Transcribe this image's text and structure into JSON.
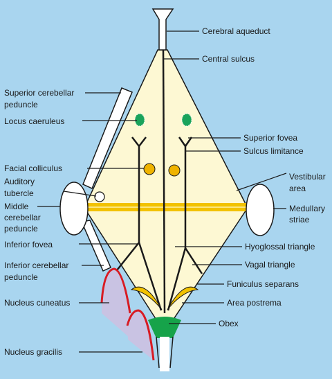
{
  "colors": {
    "background": "#a9d5ef",
    "fossa": "#fdf8d3",
    "outline": "#1a1a1a",
    "medullary_striae": "#f2c200",
    "colliculus": "#efb300",
    "locus_caeruleus": "#1aa35a",
    "obex": "#16a34a",
    "gracilis_fill": "#c9c3e3",
    "tubercle_outline": "#d81b23"
  },
  "labels": {
    "cerebral_aqueduct": "Cerebral aqueduct",
    "central_sulcus": "Central sulcus",
    "superior_cerebellar_peduncle_1": "Superior cerebellar",
    "superior_cerebellar_peduncle_2": "peduncle",
    "locus_caeruleus": "Locus caeruleus",
    "superior_fovea": "Superior fovea",
    "sulcus_limitance": "Sulcus limitance",
    "facial_colliculus": "Facial colliculus",
    "vestibular_area_1": "Vestibular",
    "vestibular_area_2": "area",
    "auditory_tubercle_1": "Auditory",
    "auditory_tubercle_2": "tubercle",
    "middle_cerebellar_peduncle_1": "Middle",
    "middle_cerebellar_peduncle_2": "cerebellar",
    "middle_cerebellar_peduncle_3": "peduncle",
    "medullary_striae_1": "Medullary",
    "medullary_striae_2": "striae",
    "inferior_fovea": "Inferior fovea",
    "hypoglossal_triangle": "Hyoglossal triangle",
    "inferior_cerebellar_peduncle_1": "Inferior cerebellar",
    "inferior_cerebellar_peduncle_2": "peduncle",
    "vagal_triangle": "Vagal triangle",
    "funiculus_separans": "Funiculus separans",
    "nucleus_cuneatus": "Nucleus cuneatus",
    "area_postrema": "Area postrema",
    "obex": "Obex",
    "nucleus_gracilis": "Nucleus gracilis"
  }
}
